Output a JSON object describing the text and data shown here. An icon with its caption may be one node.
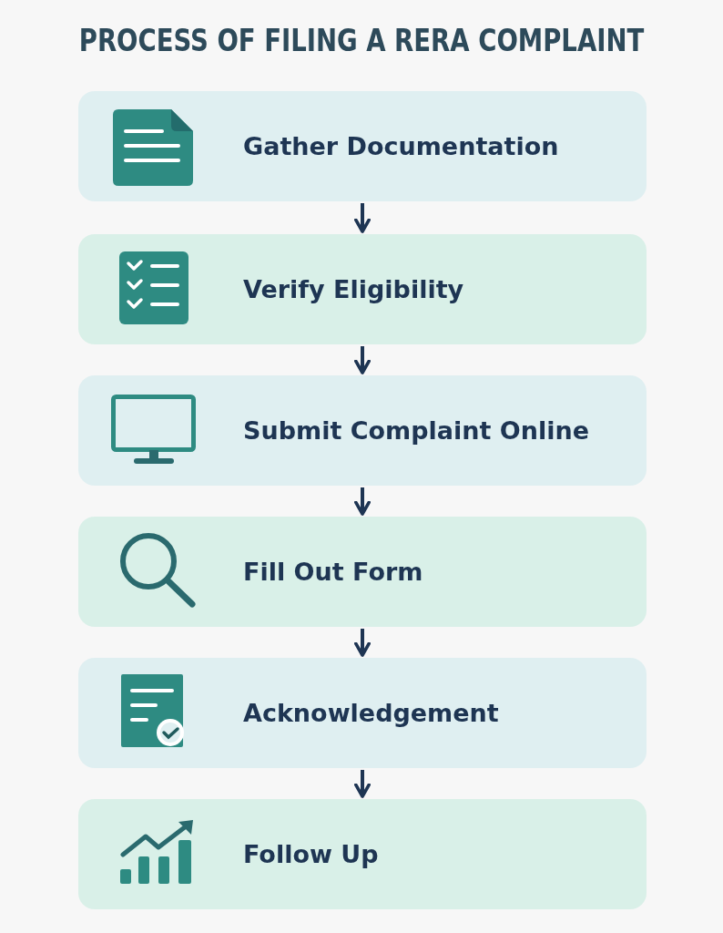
{
  "diagram": {
    "title": "PROCESS OF FILING A RERA COMPLAINT",
    "nodes": [
      {
        "text": [
          "Gather Documentation"
        ]
      },
      {
        "text": [
          "Verify Eligibility"
        ]
      },
      {
        "text": [
          "Submit Complaint Online"
        ]
      },
      {
        "text": [
          "Fill Out Form"
        ]
      },
      {
        "text": [
          "Acknowledgement"
        ]
      },
      {
        "text": [
          "Follow Up"
        ]
      }
    ],
    "edges": [
      {
        "from": 0,
        "to": 1,
        "arrow": "to"
      },
      {
        "from": 1,
        "to": 2,
        "arrow": "to"
      },
      {
        "from": 2,
        "to": 3,
        "arrow": "to"
      },
      {
        "from": 3,
        "to": 4,
        "arrow": "to"
      },
      {
        "from": 4,
        "to": 5,
        "arrow": "to"
      }
    ]
  }
}
